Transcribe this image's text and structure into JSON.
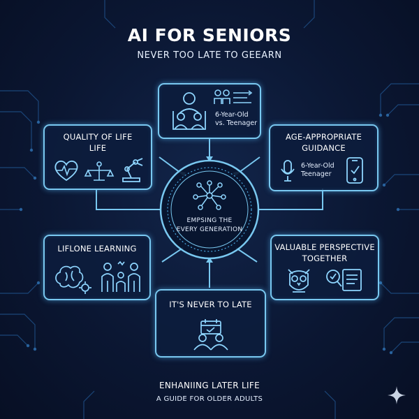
{
  "header": {
    "title": "AI FOR SENIORS",
    "subtitle": "NEVER TOO LATE TO GEEARN"
  },
  "center": {
    "line1": "EMPSING THE",
    "line2": "EVERY GENERATION"
  },
  "boxes": {
    "top": {
      "label_line1": "6-Year-Old",
      "label_line2": "vs. Teenager"
    },
    "quality": {
      "title_line1": "QUALITY OF LIFE",
      "title_line2": "LIFE"
    },
    "guidance": {
      "title_line1": "AGE-APPROPRIATE",
      "title_line2": "GUIDANCE",
      "label_line1": "6-Year-Old",
      "label_line2": "Teenager"
    },
    "lifelong": {
      "title": "LIFLONE LEARNING"
    },
    "perspective": {
      "title_line1": "VALUABLE PERSPECTIVE",
      "title_line2": "TOGETHER"
    },
    "never": {
      "title": "IT'S NEVER TO LATE"
    }
  },
  "footer": {
    "title": "ENHANIING LATER LIFE",
    "subtitle": "A GUIDE FOR OLDER ADULTS"
  },
  "colors": {
    "background": "#0b1733",
    "line": "#79c8f0",
    "icon": "#8fd6ff"
  },
  "icons": [
    "people-icon",
    "heart-pulse-icon",
    "robot-arm-icon",
    "microphone-icon",
    "smartphone-icon",
    "brain-gear-icon",
    "owl-icon",
    "magnifier-document-icon",
    "calendar-people-icon",
    "network-icon",
    "sparkle-icon"
  ]
}
